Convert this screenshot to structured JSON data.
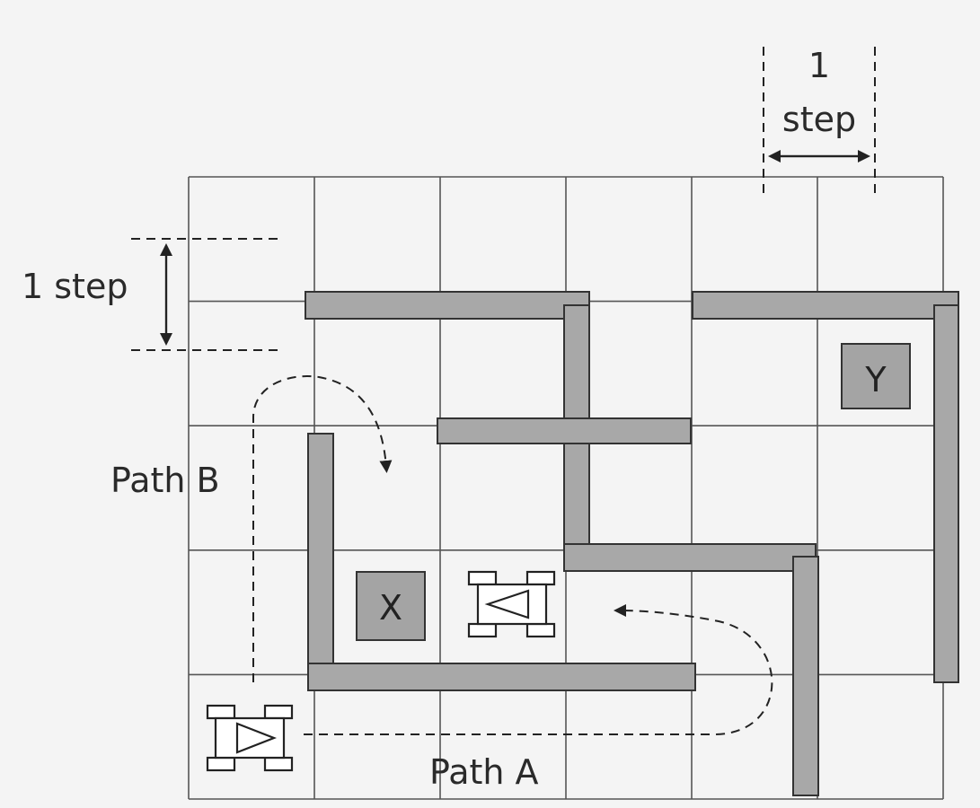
{
  "labels": {
    "step_top_number": "1",
    "step_top_word": "step",
    "step_left": "1 step",
    "path_a": "Path A",
    "path_b": "Path B",
    "box_x": "X",
    "box_y": "Y"
  },
  "grid": {
    "columns": 6,
    "rows": 5
  },
  "colors": {
    "wall": "#a8a8a8",
    "grid": "#555555",
    "ink": "#222222"
  }
}
